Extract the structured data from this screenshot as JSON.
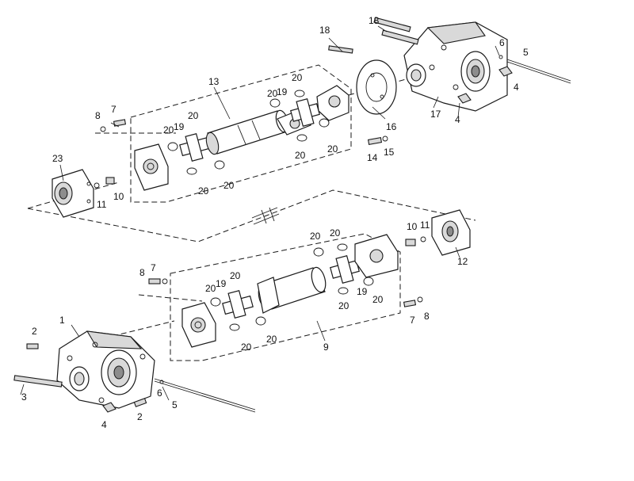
{
  "callouts": {
    "c1": "1",
    "c2": "2",
    "c3": "3",
    "c4": "4",
    "c5": "5",
    "c6": "6",
    "c7": "7",
    "c8": "8",
    "c9": "9",
    "c10": "10",
    "c11": "11",
    "c12": "12",
    "c13": "13",
    "c14": "14",
    "c15": "15",
    "c16": "16",
    "c17": "17",
    "c18": "18",
    "c19": "19",
    "c20": "20",
    "c23": "23"
  }
}
